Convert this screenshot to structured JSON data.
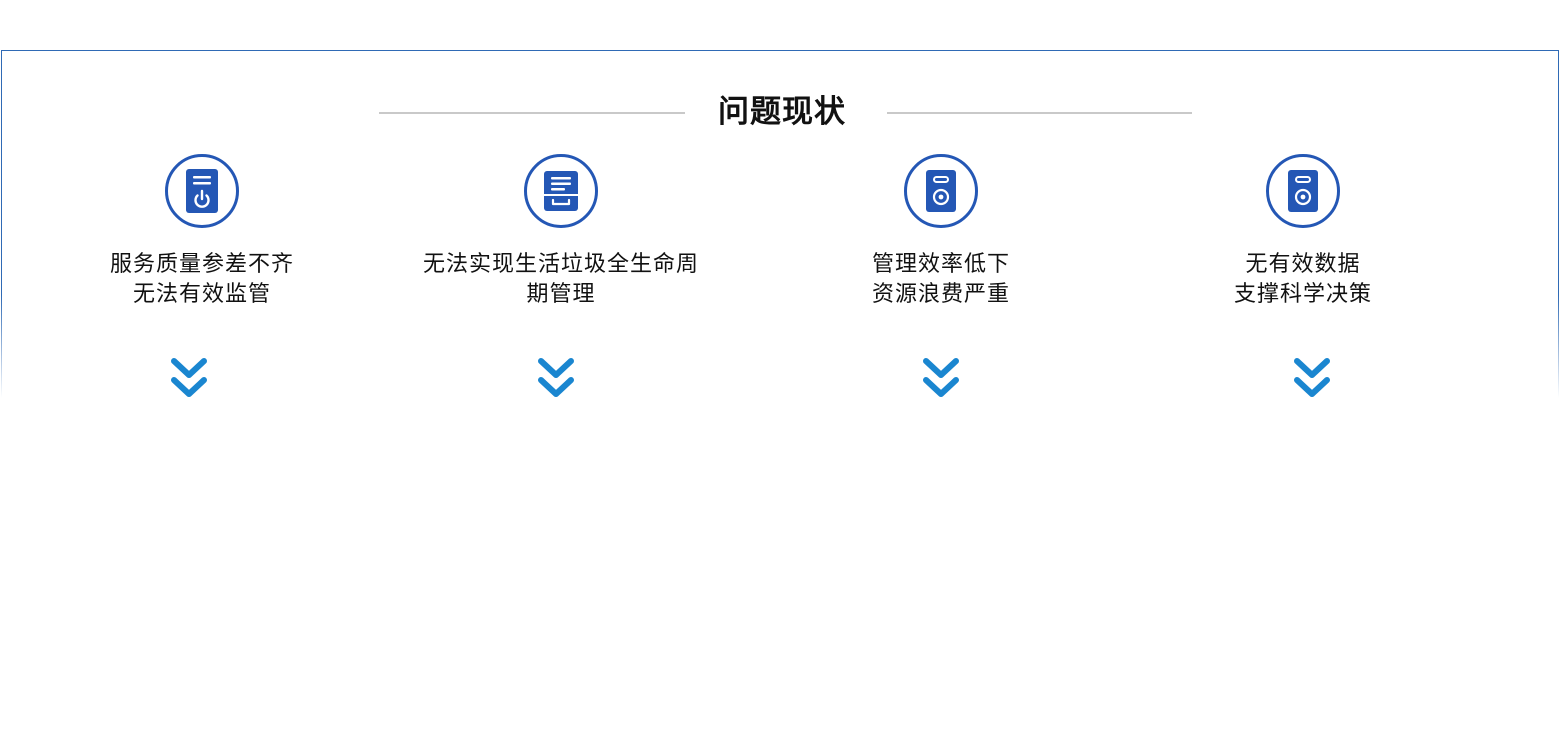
{
  "section": {
    "title": "问题现状"
  },
  "colors": {
    "border": "#2f6ab5",
    "icon_ring": "#2457b5",
    "icon_fill": "#2457b5",
    "chevron": "#1a86d0",
    "divider": "#c9c9c9",
    "text": "#111111"
  },
  "items": [
    {
      "icon": "server-power-icon",
      "line1": "服务质量参差不齐",
      "line2": "无法有效监管"
    },
    {
      "icon": "file-tray-icon",
      "line1": "无法实现生活垃圾全生命周",
      "line2": "期管理"
    },
    {
      "icon": "speaker-device-icon",
      "line1": "管理效率低下",
      "line2": "资源浪费严重"
    },
    {
      "icon": "speaker-device-icon",
      "line1": "无有效数据",
      "line2": "支撑科学决策"
    }
  ]
}
